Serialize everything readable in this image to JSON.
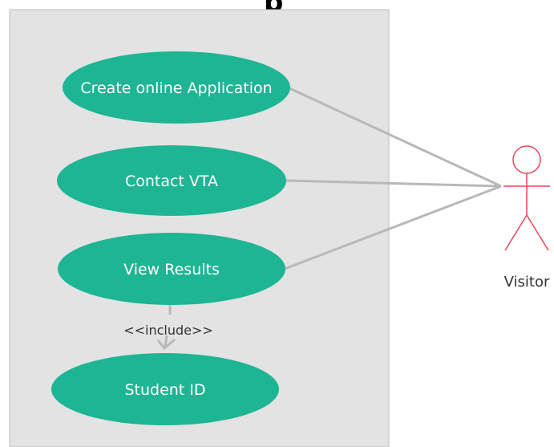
{
  "title_fragment": "p",
  "use_cases": [
    {
      "id": "create",
      "label": "Create online Application"
    },
    {
      "id": "contact",
      "label": "Contact VTA"
    },
    {
      "id": "results",
      "label": "View Results"
    },
    {
      "id": "student",
      "label": "Student ID"
    }
  ],
  "actor": {
    "label": "Visitor"
  },
  "relationship": {
    "label": "<<include>>"
  },
  "colors": {
    "use_case_fill": "#1db594",
    "system_boundary_fill": "#e3e3e3",
    "system_boundary_stroke": "#bdbdbd",
    "association_line": "#b8b8b8",
    "actor_stroke": "#e8475a",
    "text_light": "#ffffff",
    "text_dark": "#333333"
  }
}
